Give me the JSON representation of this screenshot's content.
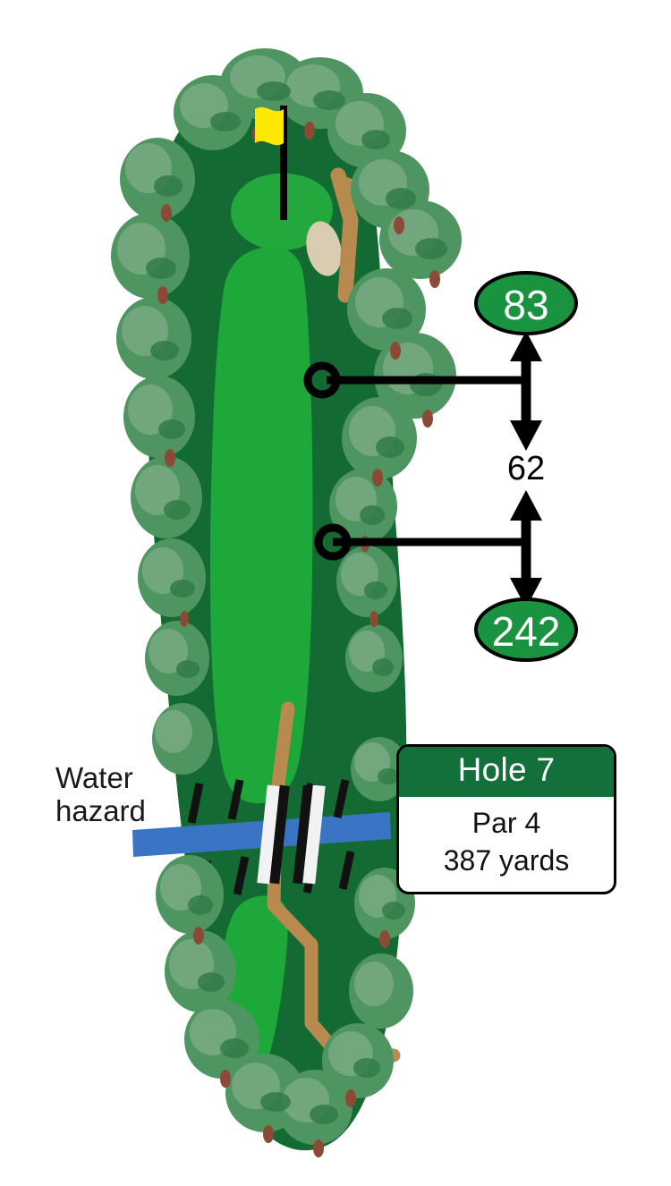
{
  "diagram": {
    "kind": "golf-hole-layout",
    "background_color": "#ffffff"
  },
  "info_card": {
    "title": "Hole 7",
    "par": "Par 4",
    "yardage": "387 yards",
    "header_color": "#13703a",
    "border_color": "#000000"
  },
  "distance_markers": [
    {
      "id": "upper",
      "value": "83",
      "fill": "#1a9340",
      "text_color": "#ffffff"
    },
    {
      "id": "middle",
      "value": "62",
      "fill": "none",
      "text_color": "#000000"
    },
    {
      "id": "lower",
      "value": "242",
      "fill": "#1a9340",
      "text_color": "#ffffff"
    }
  ],
  "labels": {
    "water_hazard": "Water\nhazard"
  },
  "course_colors": {
    "rough": "#136b33",
    "fairway": "#1da839",
    "green": "#22a83c",
    "tree_dark": "#2f7a47",
    "tree_mid": "#4f9561",
    "tree_light": "#79ab84",
    "trunk": "#8a4a35",
    "bunker": "#d8cdb0",
    "cart_path": "#b98a50",
    "water": "#3a74c4",
    "flag": "#ffe800",
    "flag_pole": "#000000",
    "stake": "#111111",
    "bridge_rail": "#f2f2f2"
  },
  "features": {
    "flag": "flag-icon",
    "green_name": "putting-green",
    "fairway_name": "fairway",
    "bunker_name": "greenside-bunker",
    "water_name": "water-hazard-stream",
    "bridge_name": "cart-path-bridge",
    "tee_name": "tee-box",
    "path_name": "cart-path"
  }
}
